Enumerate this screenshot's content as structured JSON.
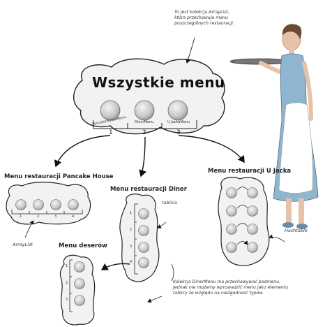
{
  "annotation_top": {
    "line1": "To jest kolekcja ArrayList,",
    "line2": "która przechowuje menu",
    "line3": "poszczególnych restauracji."
  },
  "main_cloud": {
    "title": "Wszystkie menu",
    "items": [
      {
        "label": "PancakeHouseMenu",
        "index": "1"
      },
      {
        "label": "DinerMenu",
        "index": "2"
      },
      {
        "label": "U JackaMenu",
        "index": "3"
      }
    ]
  },
  "pancake": {
    "title": "Menu restauracji Pancake House",
    "indices": [
      "1",
      "2",
      "3",
      "4"
    ],
    "caption": "ArrayList"
  },
  "diner": {
    "title": "Menu restauracji Diner",
    "indices": [
      "1",
      "2",
      "3",
      "4"
    ],
    "caption": "tablica"
  },
  "jacka": {
    "title": "Menu restauracji U Jacka",
    "caption": "Hashtable"
  },
  "desserts": {
    "title": "Menu deserów",
    "indices": [
      "1",
      "2",
      "3"
    ]
  },
  "annotation_bottom": {
    "line1": "Kolekcja DinerMenu ma przechowywać podmenu.",
    "line2": "Jednak nie możemy wprowadzić menu jako elementu",
    "line3": "tablicy ze względu na niezgodność typów."
  },
  "colors": {
    "plate": "#cfcfcf",
    "cloud_stroke": "#222222",
    "person_dress": "#8fb6cf"
  }
}
